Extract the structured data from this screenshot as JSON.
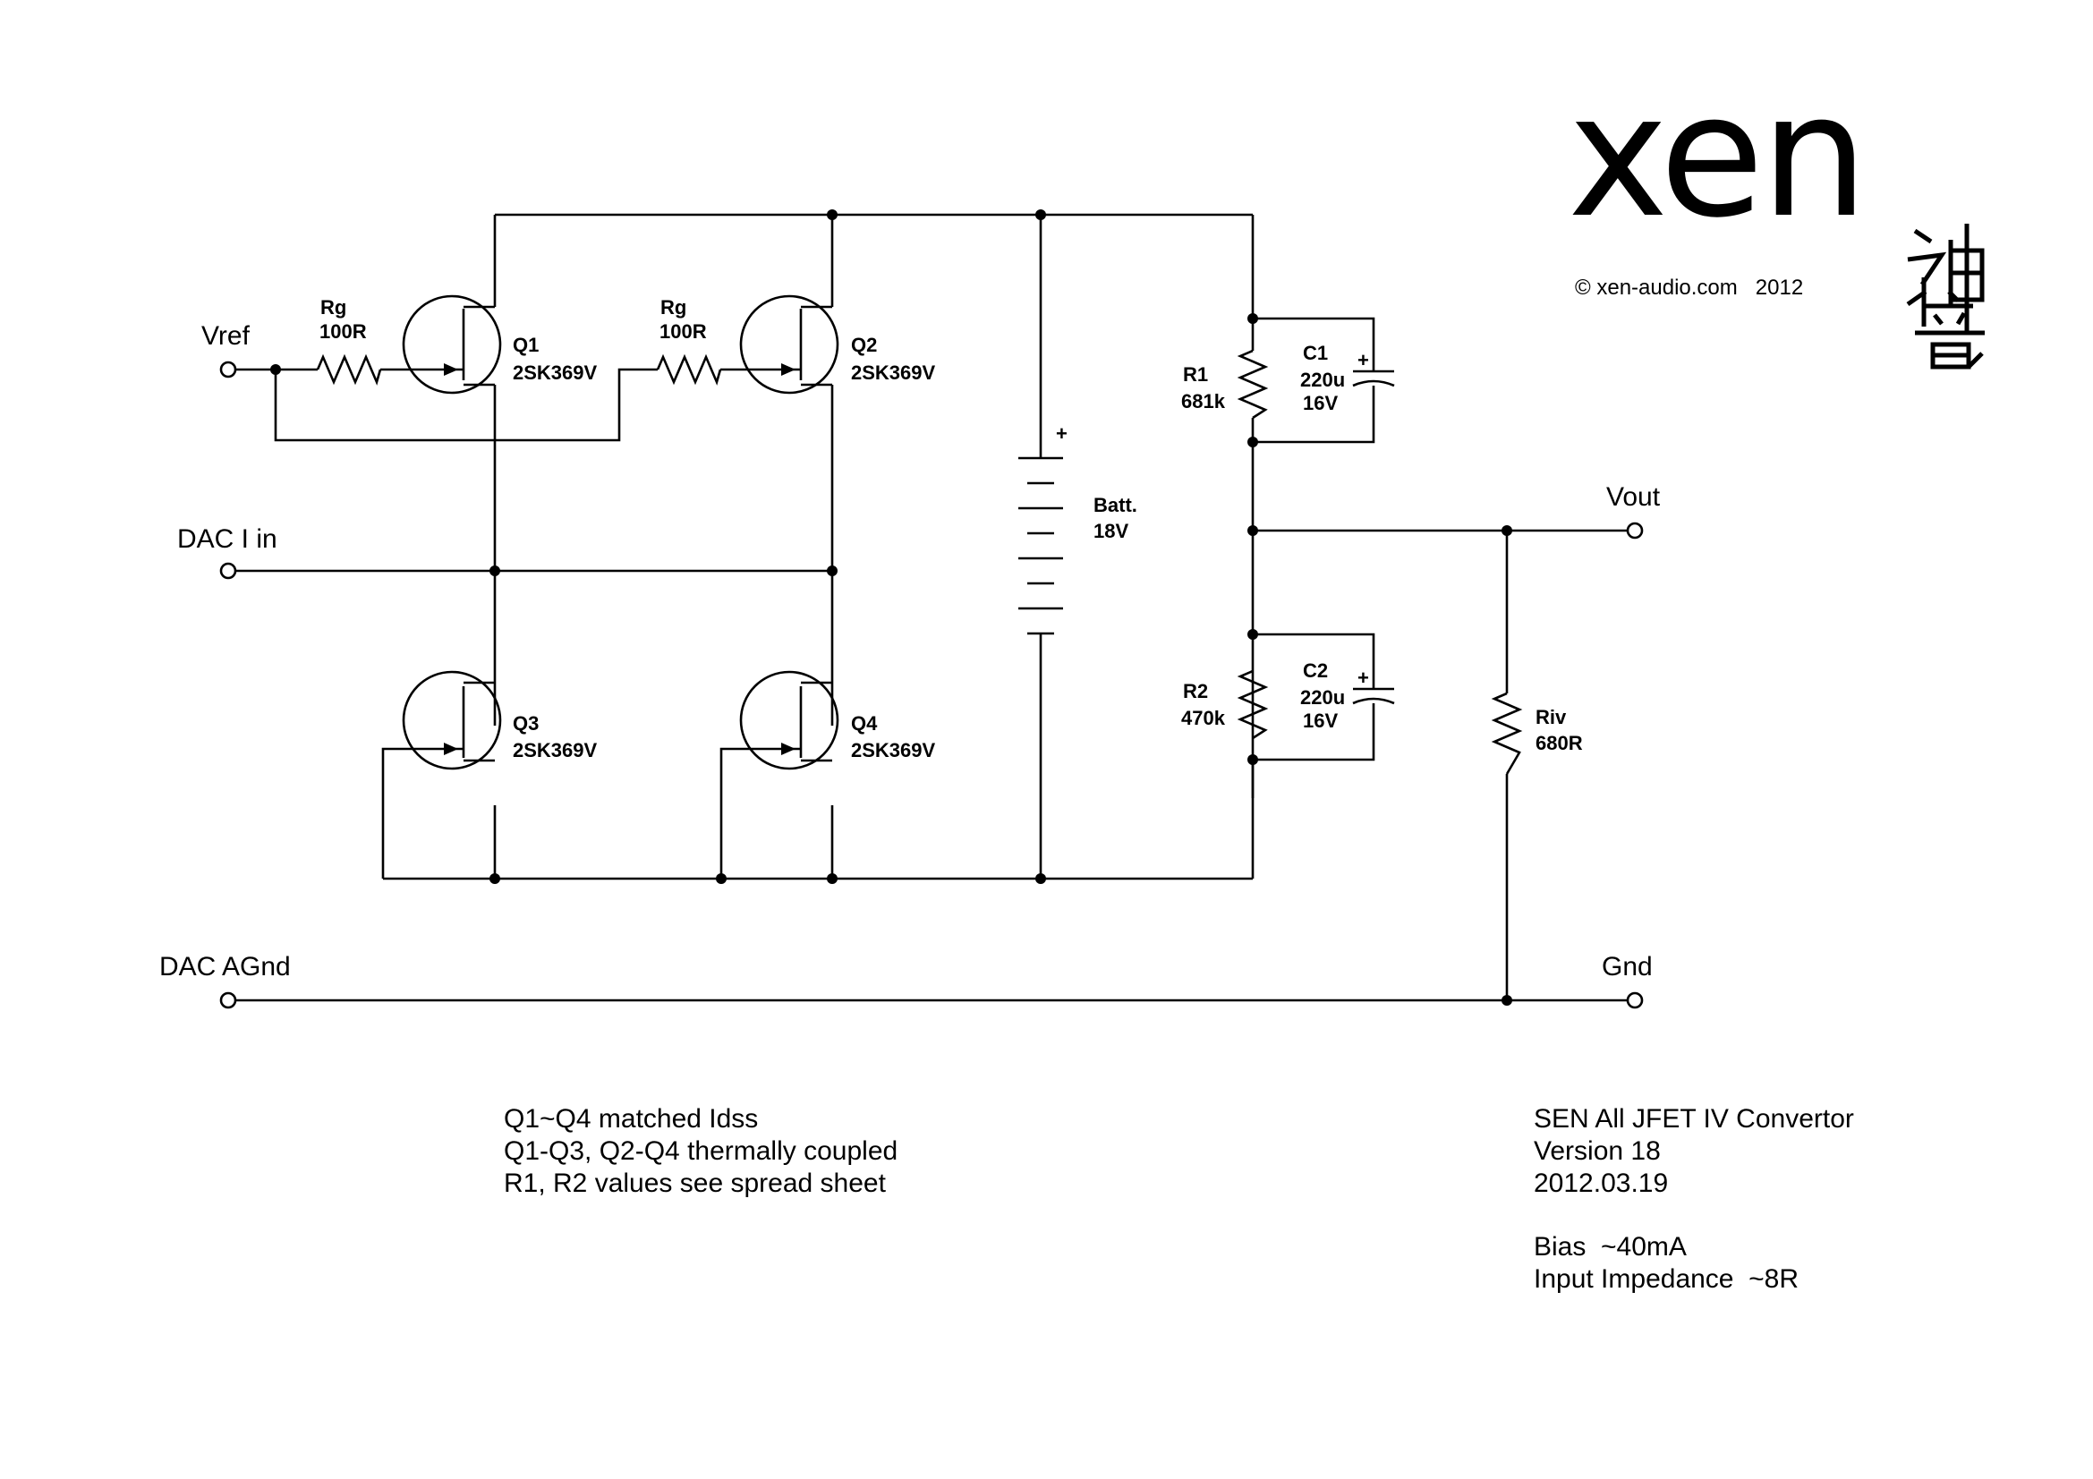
{
  "terminals": {
    "vref": "Vref",
    "dac_i_in": "DAC I in",
    "dac_agnd": "DAC AGnd",
    "vout": "Vout",
    "gnd": "Gnd"
  },
  "components": {
    "rg1": {
      "ref": "Rg",
      "value": "100R"
    },
    "rg2": {
      "ref": "Rg",
      "value": "100R"
    },
    "q1": {
      "ref": "Q1",
      "part": "2SK369V"
    },
    "q2": {
      "ref": "Q2",
      "part": "2SK369V"
    },
    "q3": {
      "ref": "Q3",
      "part": "2SK369V"
    },
    "q4": {
      "ref": "Q4",
      "part": "2SK369V"
    },
    "batt": {
      "ref": "Batt.",
      "value": "18V",
      "polarity": "+"
    },
    "r1": {
      "ref": "R1",
      "value": "681k"
    },
    "r2": {
      "ref": "R2",
      "value": "470k"
    },
    "c1": {
      "ref": "C1",
      "value": "220u",
      "voltage": "16V",
      "polarity": "+"
    },
    "c2": {
      "ref": "C2",
      "value": "220u",
      "voltage": "16V",
      "polarity": "+"
    },
    "riv": {
      "ref": "Riv",
      "value": "680R"
    }
  },
  "notes": [
    "Q1~Q4 matched Idss",
    "Q1-Q3, Q2-Q4 thermally coupled",
    "R1, R2 values see spread sheet"
  ],
  "title_block": {
    "title": "SEN All JFET IV Convertor",
    "version": "Version 18",
    "date": "2012.03.19",
    "bias": "Bias  ~40mA",
    "impedance": "Input Impedance  ~8R"
  },
  "brand": {
    "logo_text": "xen",
    "copyright": "© xen-audio.com   2012",
    "chinese_chars": "神音"
  }
}
